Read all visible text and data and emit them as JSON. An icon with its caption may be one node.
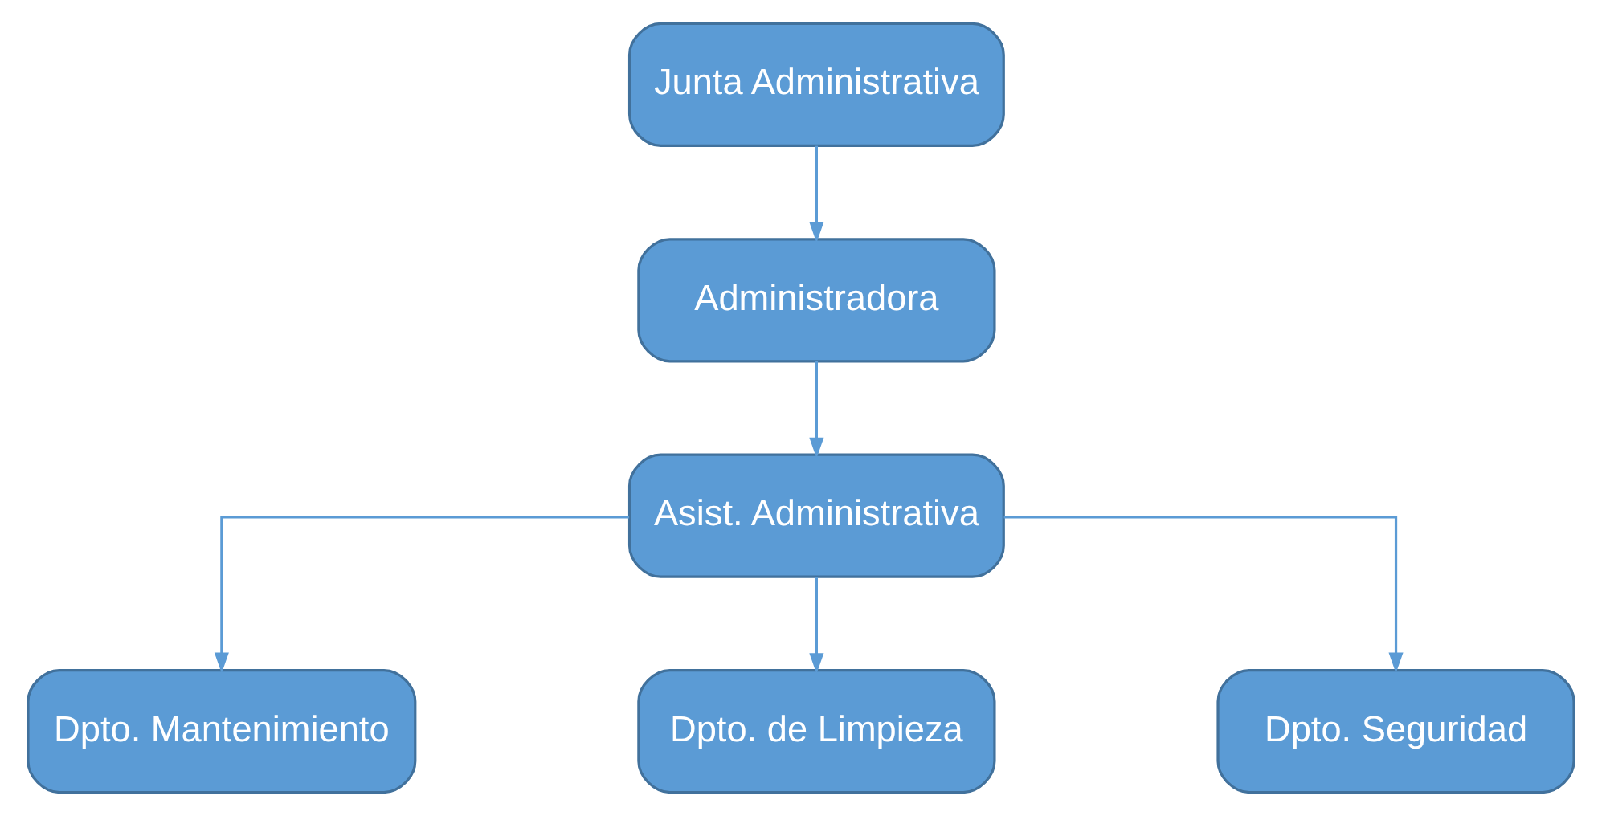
{
  "diagram": {
    "nodes": [
      {
        "text": [
          "Junta Administrativa"
        ]
      },
      {
        "text": [
          "Administradora"
        ]
      },
      {
        "text": [
          "Asist. Administrativa"
        ]
      },
      {
        "text": [
          "Dpto. Mantenimiento"
        ]
      },
      {
        "text": [
          "Dpto. de Limpieza"
        ]
      },
      {
        "text": [
          "Dpto. Seguridad"
        ]
      }
    ],
    "edges": [
      {
        "from": 0,
        "to": 1,
        "arrow": "to"
      },
      {
        "from": 1,
        "to": 2,
        "arrow": "to"
      },
      {
        "from": 2,
        "to": 3,
        "arrow": "to"
      },
      {
        "from": 2,
        "to": 4,
        "arrow": "to"
      },
      {
        "from": 2,
        "to": 5,
        "arrow": "to"
      }
    ]
  }
}
